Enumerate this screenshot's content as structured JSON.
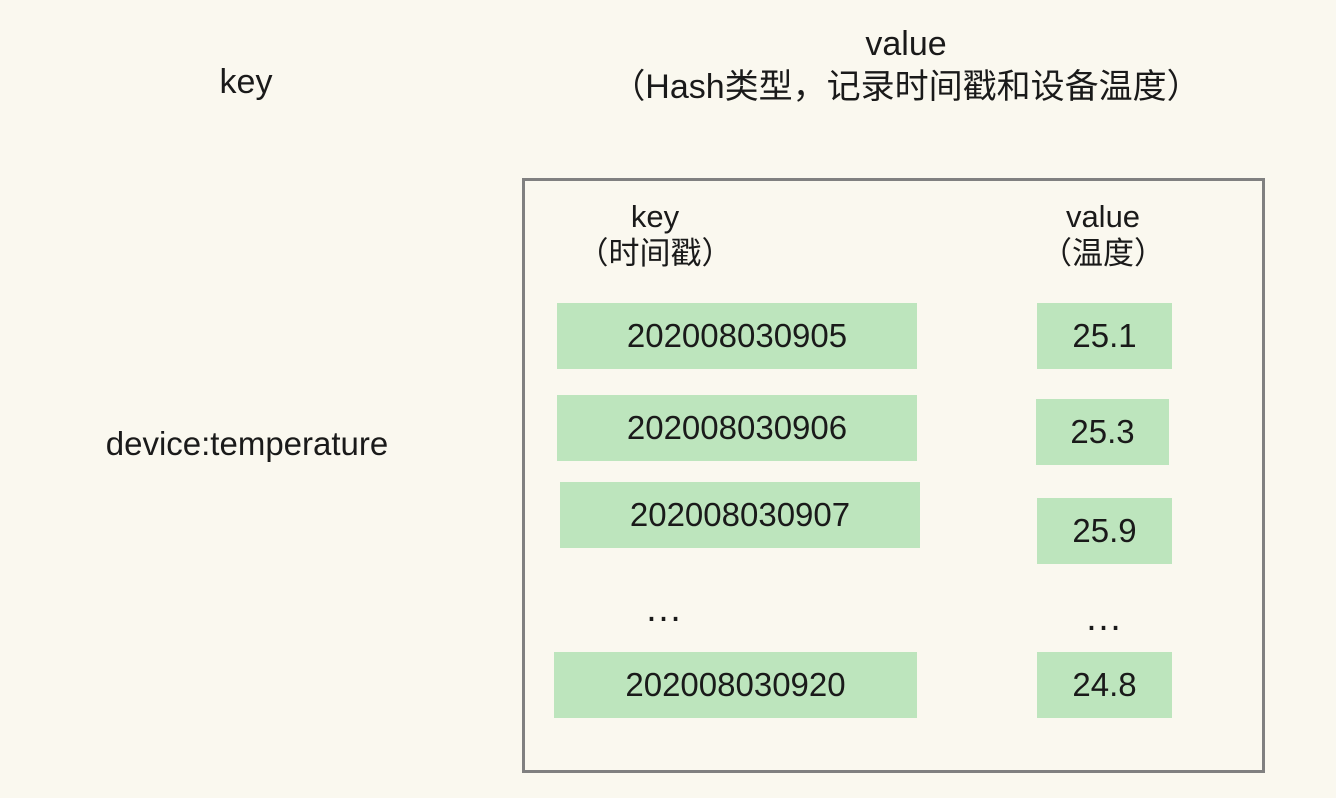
{
  "theme": {
    "background": "#faf8ef",
    "text": "#1a1a1a",
    "cell_fill": "#bde5bd",
    "box_border": "#808080"
  },
  "captions": {
    "key_label": "key",
    "value_label": "value",
    "value_subtitle": "（Hash类型，记录时间戳和设备温度）"
  },
  "key_entry": {
    "name": "device:temperature"
  },
  "hash_table": {
    "columns": [
      {
        "title": "key",
        "subtitle": "（时间戳）"
      },
      {
        "title": "value",
        "subtitle": "（温度）"
      }
    ],
    "rows": [
      {
        "key": "202008030905",
        "value": "25.1",
        "type": "data"
      },
      {
        "key": "202008030906",
        "value": "25.3",
        "type": "data"
      },
      {
        "key": "202008030907",
        "value": "25.9",
        "type": "data"
      },
      {
        "key": "…",
        "value": "…",
        "type": "ellipsis"
      },
      {
        "key": "202008030920",
        "value": "24.8",
        "type": "data"
      }
    ]
  }
}
